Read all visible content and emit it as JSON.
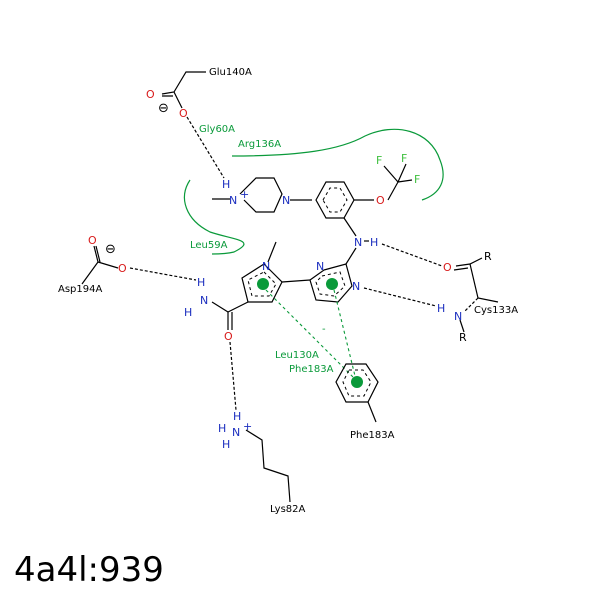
{
  "title": "4a4l:939",
  "residues": {
    "glu140": "Glu140A",
    "gly60": "Gly60A",
    "arg136": "Arg136A",
    "leu59": "Leu59A",
    "asp194": "Asp194A",
    "cys133": "Cys133A",
    "leu130": "Leu130A",
    "phe183_inner": "Phe183A",
    "phe183": "Phe183A",
    "lys82": "Lys82A"
  },
  "atoms": {
    "o": "O",
    "n": "N",
    "h": "H",
    "f": "F",
    "r": "R",
    "nplus": "N+",
    "minus": "⊖"
  },
  "colors": {
    "interaction_green": "#0a9a3a",
    "nitrogen_blue": "#1c2fbf",
    "oxygen_red": "#d81b1b",
    "fluorine_green": "#3fbf3f"
  }
}
